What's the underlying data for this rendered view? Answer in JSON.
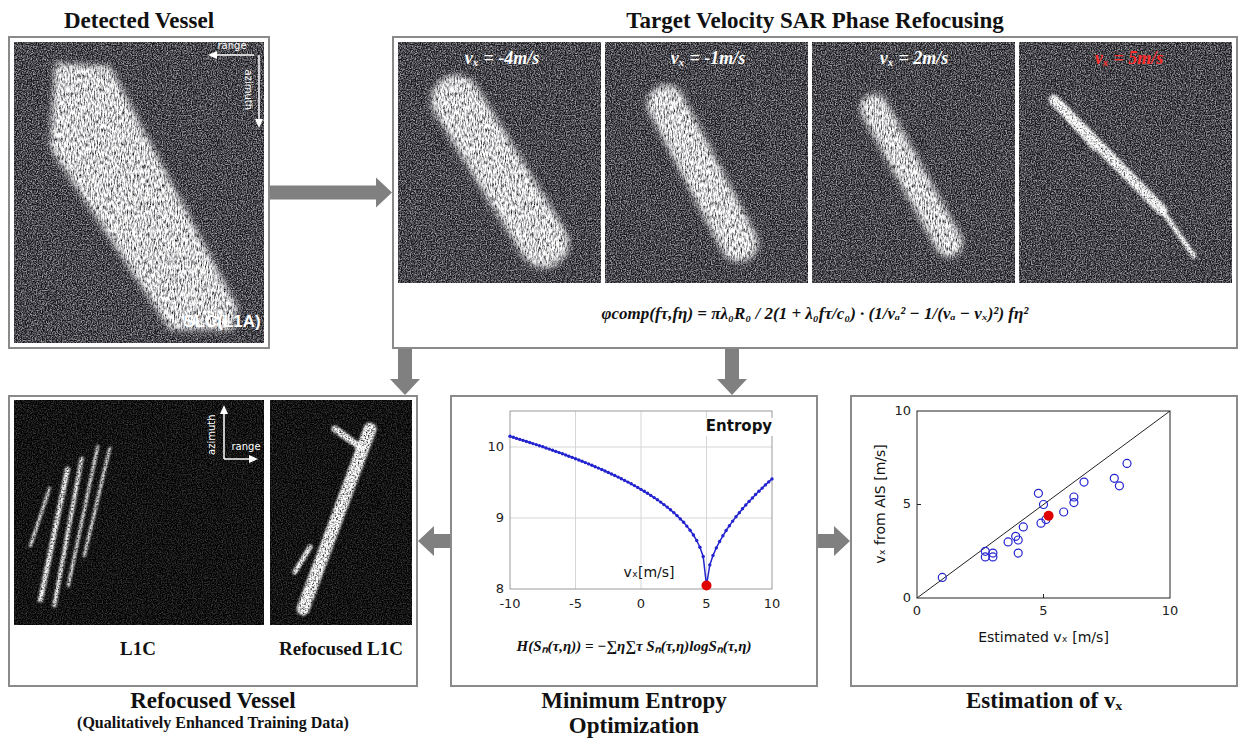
{
  "diagram": {
    "nodes": [
      {
        "text": [
          "Detected Vessel"
        ]
      },
      {
        "text": [
          "Target Velocity SAR Phase Refocusing"
        ]
      },
      {
        "text": [
          "Refocused Vessel",
          "(Qualitatively Enhanced Training Data)"
        ]
      },
      {
        "text": [
          "Minimum Entropy Optimization"
        ]
      },
      {
        "text": [
          "Estimation of vₓ"
        ]
      }
    ],
    "edges": [
      {
        "from": 0,
        "to": 1,
        "arrow": "to"
      },
      {
        "from": 1,
        "to": 2,
        "arrow": "to"
      },
      {
        "from": 1,
        "to": 3,
        "arrow": "to"
      },
      {
        "from": 3,
        "to": 2,
        "arrow": "to"
      },
      {
        "from": 3,
        "to": 4,
        "arrow": "to"
      }
    ],
    "labels": [
      "range",
      "azimuth",
      "SLC(L1A)",
      "vₓ = -4m/s",
      "vₓ = -1m/s",
      "vₓ = 2m/s",
      "vₓ = 5m/s",
      "φcomp(fτ,fη) = πλ₀R₀ / 2(1 + λ₀fτ/c₀) · (1/vₐ² − 1/(vₐ − vₓ)²) fη²",
      "azimuth",
      "range",
      "L1C",
      "Refocused L1C",
      "Entropy",
      "10",
      "9",
      "8",
      "-10",
      "-5",
      "0",
      "5",
      "10",
      "vₓ[m/s]",
      "H(Sₙ(τ,η)) = −∑η∑τ Sₙ(τ,η)logSₙ(τ,η)",
      "10",
      "5",
      "0",
      "0",
      "5",
      "10",
      "vₓ from AIS [m/s]",
      "Estimated vₓ [m/s]"
    ]
  }
}
